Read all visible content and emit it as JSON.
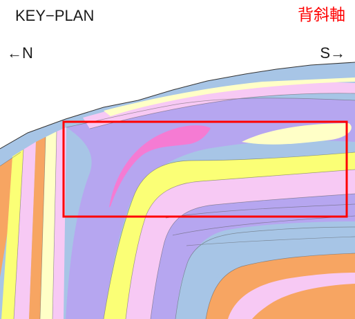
{
  "keyplan": {
    "title": "KEY−PLAN",
    "anticline_label": "背斜軸",
    "direction_left": "←N",
    "direction_right": "S→"
  },
  "colors": {
    "lavender": "#b6a6f0",
    "blue": "#a7c5e6",
    "pink": "#f7c9f4",
    "yellow": "#fbff76",
    "cream": "#ffffc7",
    "orange": "#f7a562",
    "magenta": "#f57bd3",
    "highlight": "#ff0000"
  }
}
